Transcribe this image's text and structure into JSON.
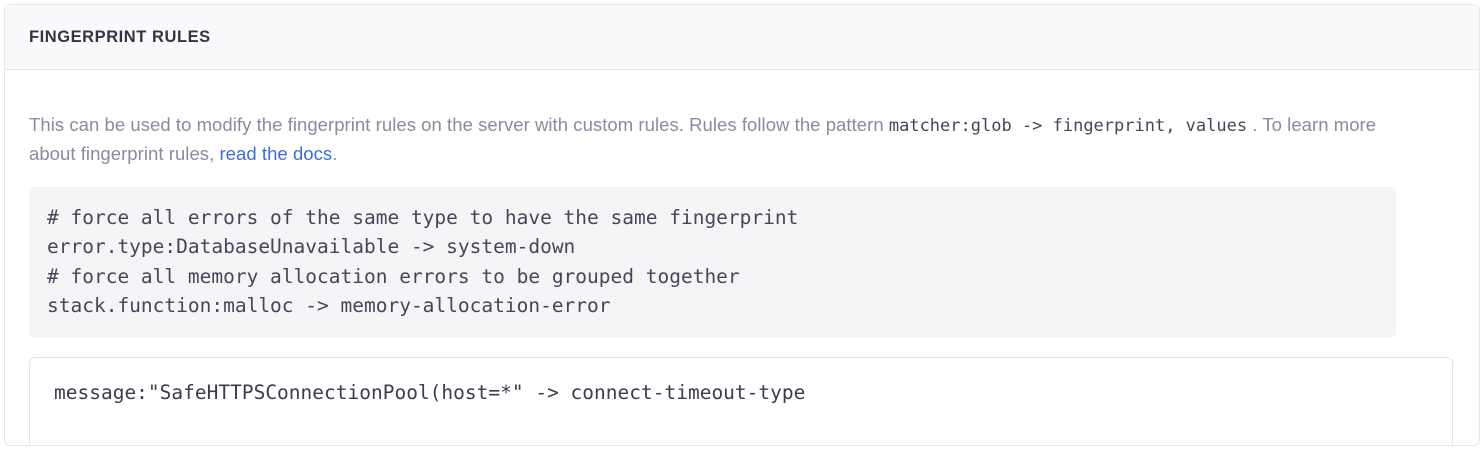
{
  "panel": {
    "title": "FINGERPRINT RULES"
  },
  "description": {
    "part1": "This can be used to modify the fingerprint rules on the server with custom rules. Rules follow the pattern ",
    "inline_code": "matcher:glob -> fingerprint, values",
    "part2": " . To learn more about fingerprint rules, ",
    "link_text": "read the docs",
    "part3": "."
  },
  "code_block": {
    "content": "# force all errors of the same type to have the same fingerprint\nerror.type:DatabaseUnavailable -> system-down\n# force all memory allocation errors to be grouped together\nstack.function:malloc -> memory-allocation-error"
  },
  "rule_input": {
    "value": "message:\"SafeHTTPSConnectionPool(host=*\" -> connect-timeout-type",
    "placeholder": ""
  },
  "colors": {
    "panel_border": "#e7e6ed",
    "header_background": "#fafafc",
    "title_text": "#3a3143",
    "description_text": "#8b8a9e",
    "code_text": "#4a4458",
    "code_background": "#f5f5f8",
    "link": "#3c6ddd",
    "input_border": "#e3e2eb"
  }
}
